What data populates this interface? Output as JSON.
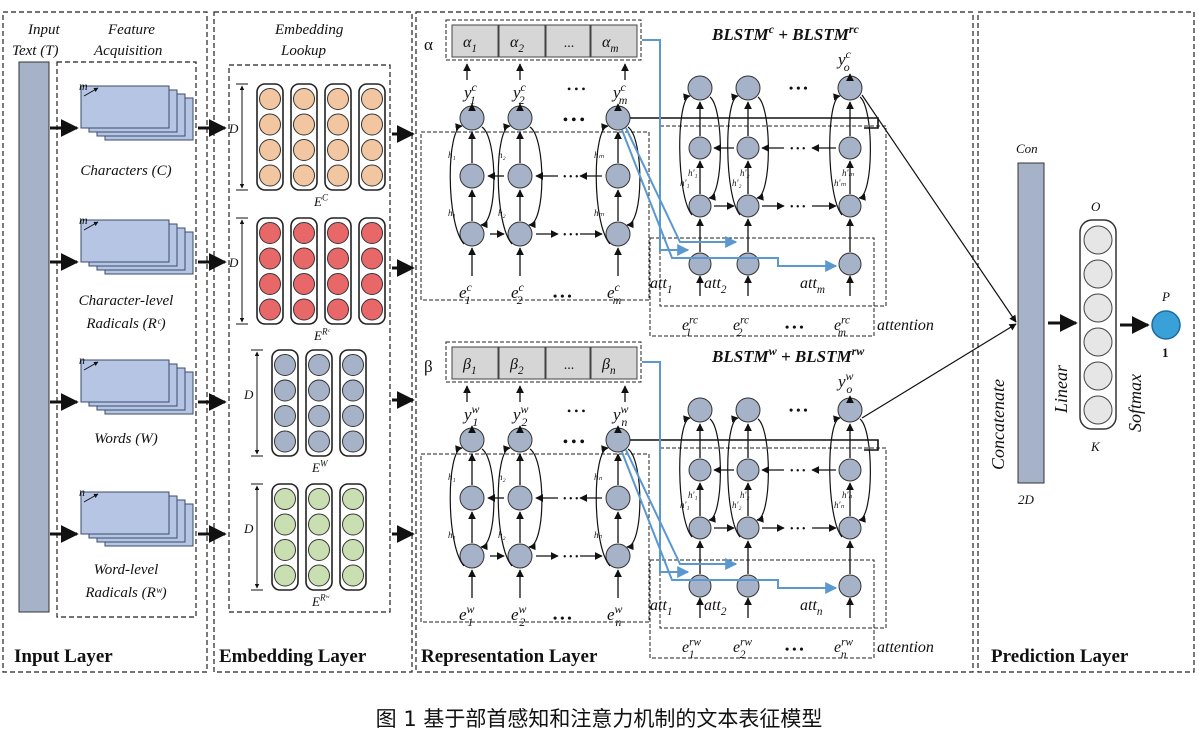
{
  "caption": "图 1  基于部首感知和注意力机制的文本表征模型",
  "input_layer": {
    "title": "Input Layer",
    "input_text": [
      "Input",
      "Text (T)"
    ],
    "feature_acquisition": [
      "Feature",
      "Acquisition"
    ],
    "features": [
      {
        "dim": "m",
        "label": [
          "Characters (C)"
        ]
      },
      {
        "dim": "m",
        "label": [
          "Character-level",
          "Radicals (Rᶜ)"
        ]
      },
      {
        "dim": "n",
        "label": [
          "Words (W)"
        ]
      },
      {
        "dim": "n",
        "label": [
          "Word-level",
          "Radicals (Rʷ)"
        ]
      }
    ]
  },
  "embedding_layer": {
    "title": "Embedding Layer",
    "lookup": [
      "Embedding",
      "Lookup"
    ],
    "dim_label": "D",
    "matrices": [
      {
        "name": "E^C",
        "base": "E",
        "sup": "C",
        "fill": "#f2c6a0"
      },
      {
        "name": "E^{R^c}",
        "base": "E",
        "sup": "Rᶜ",
        "fill": "#e8686a"
      },
      {
        "name": "E^W",
        "base": "E",
        "sup": "W",
        "fill": "#a6b2c8"
      },
      {
        "name": "E^{R^w}",
        "base": "E",
        "sup": "Rʷ",
        "fill": "#c9dfb2"
      }
    ]
  },
  "representation_layer": {
    "title": "Representation Layer",
    "blocks": [
      {
        "attn_symbol": "α",
        "weights": [
          "α",
          "α",
          "...",
          "α"
        ],
        "weight_subs": [
          "1",
          "2",
          "",
          "m"
        ],
        "heading": "BLSTM",
        "heading_sup1": "c",
        "heading_plus": "+",
        "heading_sup2": "rc",
        "outputs": [
          "y",
          "y",
          "y"
        ],
        "output_subs": [
          "1",
          "2",
          "m"
        ],
        "output_sup": "c",
        "final_output": "y",
        "final_sub": "o",
        "final_sup": "c",
        "backward_states": [
          "h₁",
          "h₂",
          "hₘ"
        ],
        "forward_states": [
          "h₁",
          "h₂",
          "hₘ"
        ],
        "inputs": [
          "e",
          "e",
          "e"
        ],
        "input_subs": [
          "1",
          "2",
          "m"
        ],
        "input_sup": "c",
        "att": [
          "att",
          "att",
          "att"
        ],
        "att_subs": [
          "1",
          "2",
          "m"
        ],
        "att_inputs": [
          "e",
          "e",
          "e"
        ],
        "att_input_sup": "rc",
        "inner_back": [
          "h'₁",
          "h'₂",
          "h'ₘ"
        ],
        "inner_fwd": [
          "h'₁",
          "h'₂",
          "h'ₘ"
        ],
        "attention_label": "attention"
      },
      {
        "attn_symbol": "β",
        "weights": [
          "β",
          "β",
          "...",
          "β"
        ],
        "weight_subs": [
          "1",
          "2",
          "",
          "n"
        ],
        "heading": "BLSTM",
        "heading_sup1": "w",
        "heading_plus": "+",
        "heading_sup2": "rw",
        "outputs": [
          "y",
          "y",
          "y"
        ],
        "output_subs": [
          "1",
          "2",
          "n"
        ],
        "output_sup": "w",
        "final_output": "y",
        "final_sub": "o",
        "final_sup": "w",
        "backward_states": [
          "h₁",
          "h₂",
          "hₙ"
        ],
        "forward_states": [
          "h₁",
          "h₂",
          "hₙ"
        ],
        "inputs": [
          "e",
          "e",
          "e"
        ],
        "input_subs": [
          "1",
          "2",
          "n"
        ],
        "input_sup": "w",
        "att": [
          "att",
          "att",
          "att"
        ],
        "att_subs": [
          "1",
          "2",
          "n"
        ],
        "att_inputs": [
          "e",
          "e",
          "e"
        ],
        "att_input_sup": "rw",
        "inner_back": [
          "h'₁",
          "h'₂",
          "h'ₙ"
        ],
        "inner_fwd": [
          "h'₁",
          "h'₂",
          "h'ₙ"
        ],
        "attention_label": "attention"
      }
    ]
  },
  "prediction_layer": {
    "title": "Prediction Layer",
    "concat_top": "Con",
    "concat_label": "Concatenate",
    "concat_dim": "2D",
    "linear_label": "Linear",
    "output_top": "O",
    "output_bottom": "K",
    "softmax_label": "Softmax",
    "prob_label": "P",
    "prob_index": "1"
  },
  "colors": {
    "node": "#a6b2c8",
    "input_bar": "#a6b2c8",
    "feature_sheet": "#b5c5e3",
    "attention_arrow": "#5a98cf",
    "prob_node": "#3aa0d8"
  }
}
